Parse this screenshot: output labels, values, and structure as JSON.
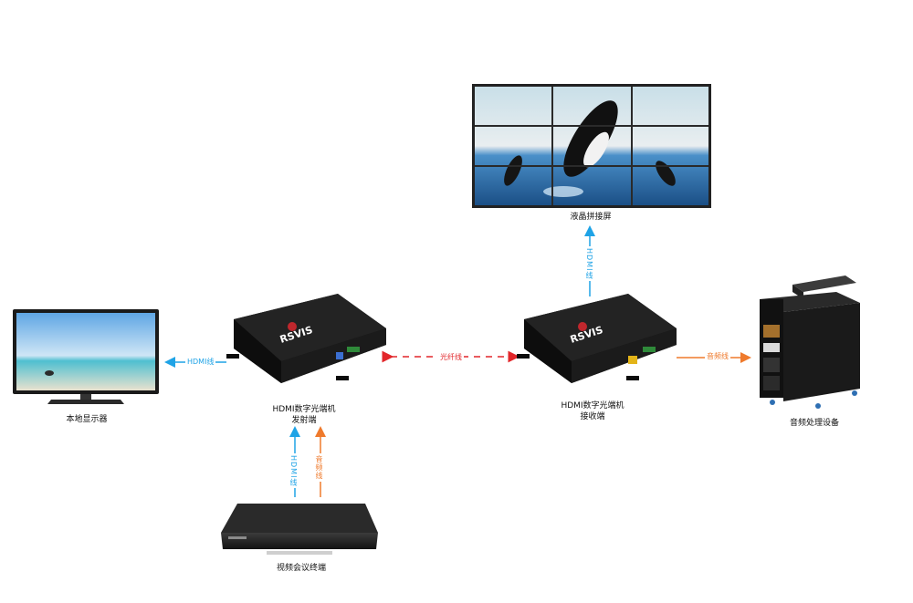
{
  "nodes": {
    "video_wall": "液晶拼接屏",
    "local_display": "本地显示器",
    "transmitter_line1": "HDMI数字光端机",
    "transmitter_line2": "发射端",
    "receiver_line1": "HDMI数字光端机",
    "receiver_line2": "接收端",
    "audio_equipment": "音频处理设备",
    "video_terminal": "视频会议终端"
  },
  "links": {
    "hdmi_wall": "HDMI线",
    "hdmi_local": "HDMI线",
    "fiber": "光纤线",
    "audio_out": "音频线",
    "hdmi_in": "HDMI线",
    "audio_in": "音频线"
  },
  "brand": "RSVIS",
  "colors": {
    "hdmi": "#1fa3e6",
    "audio": "#ef7a2c",
    "fiber": "#e2262a"
  }
}
